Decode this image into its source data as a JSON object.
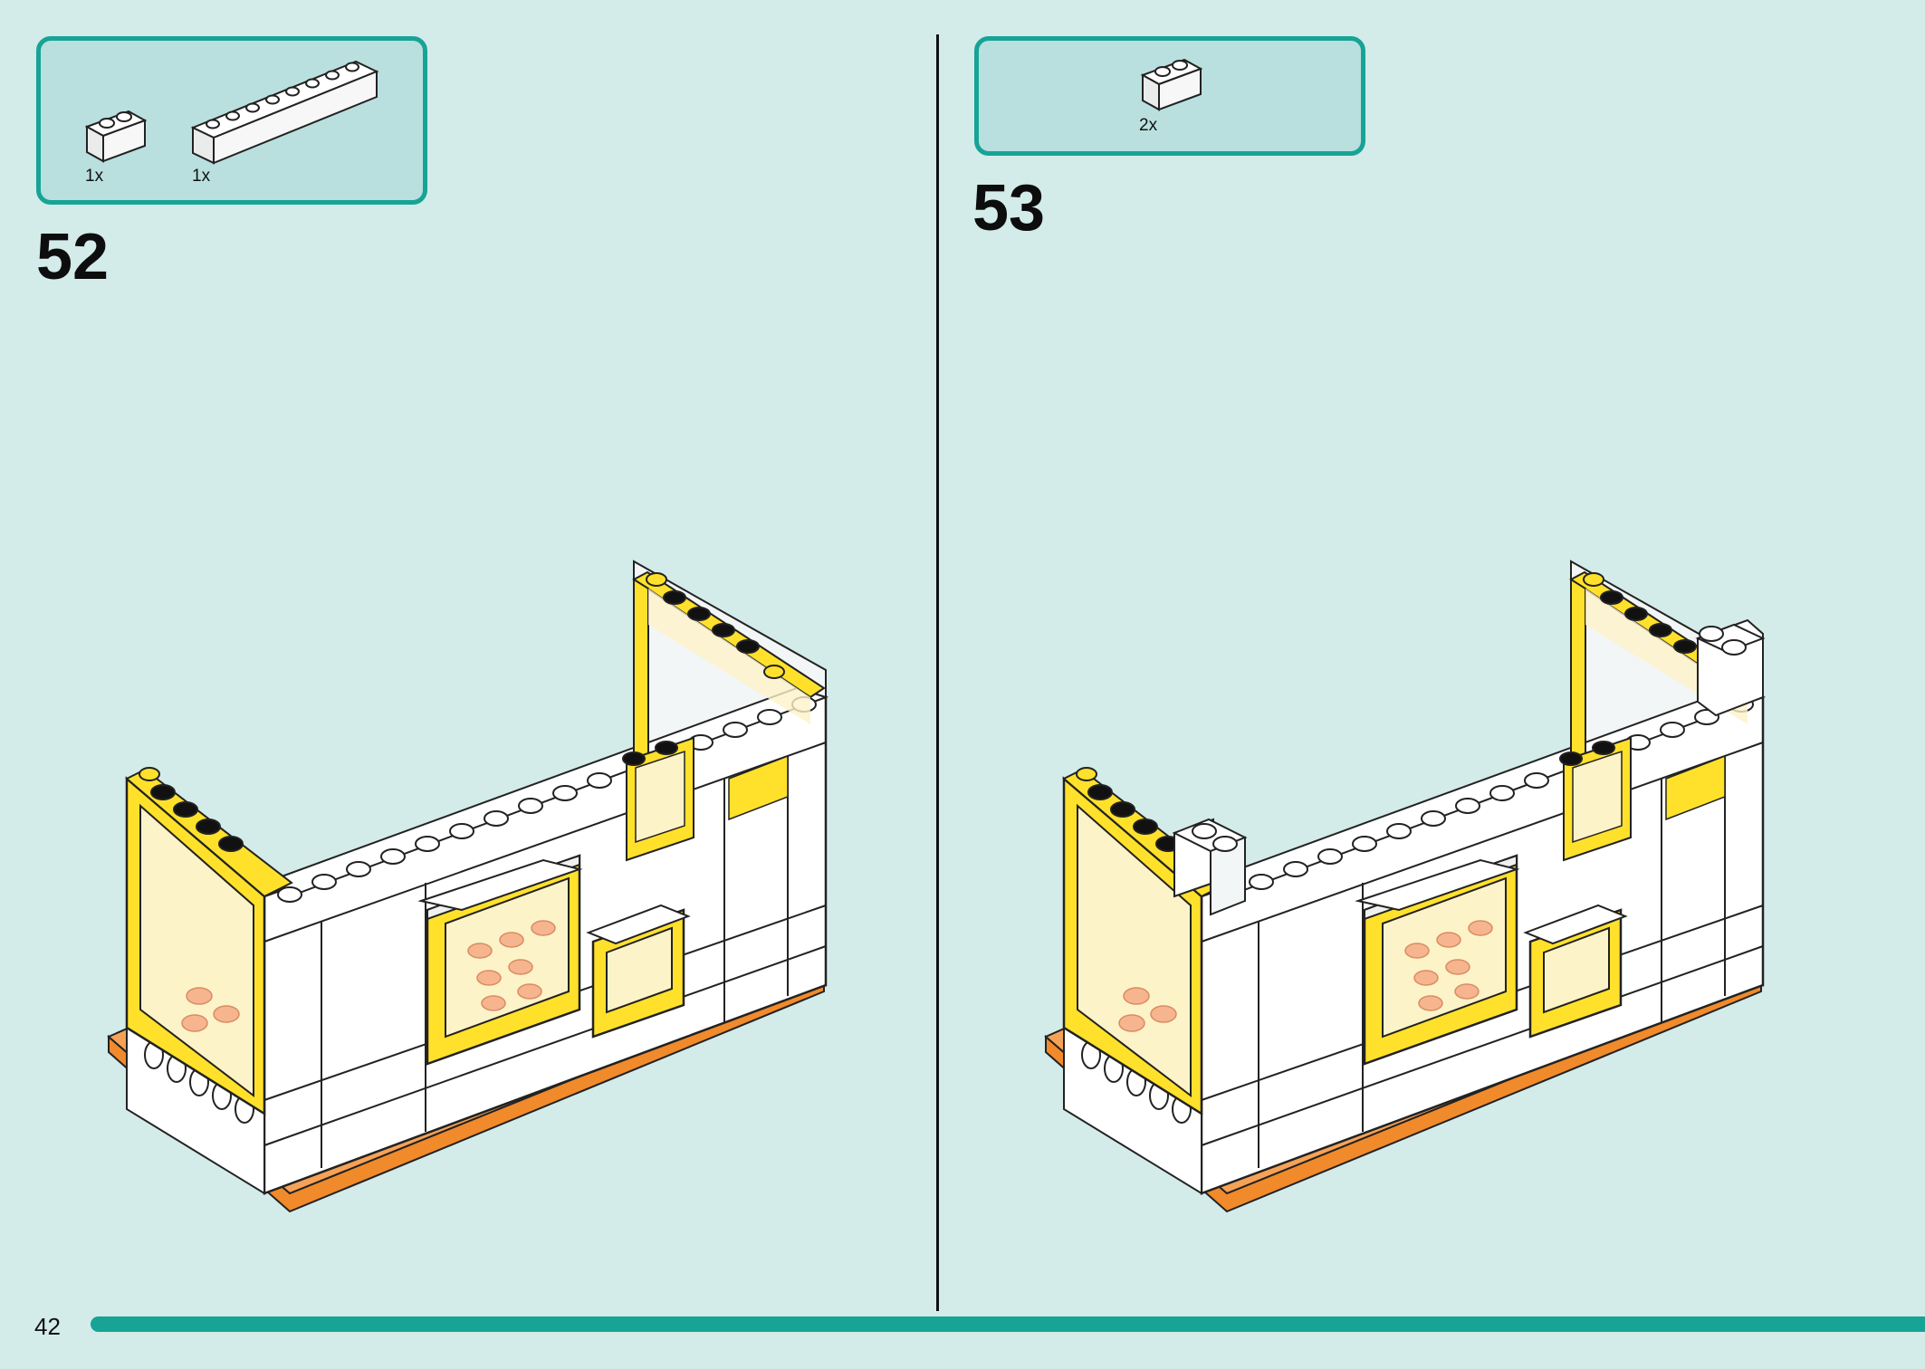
{
  "page": {
    "number": "42"
  },
  "colors": {
    "background": "#d3ebe9",
    "accent": "#17a396",
    "parts_box_fill": "#b9e0de",
    "yellow": "#ffe12b",
    "orange": "#f08a2b",
    "brick_white": "#ffffff",
    "window_glass": "#fdf3c9",
    "peach": "#f6b58f"
  },
  "steps": [
    {
      "number": "52",
      "parts": [
        {
          "qty": "1x",
          "piece": "white-brick-1x2-icon"
        },
        {
          "qty": "1x",
          "piece": "white-brick-1x8-icon"
        }
      ]
    },
    {
      "number": "53",
      "parts": [
        {
          "qty": "2x",
          "piece": "white-brick-1x2-icon"
        }
      ]
    }
  ]
}
